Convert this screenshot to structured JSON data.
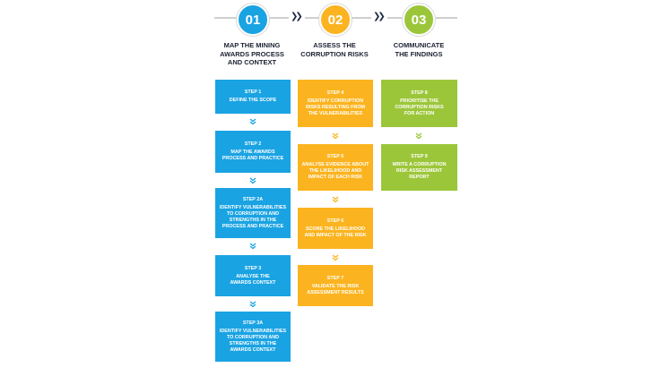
{
  "colors": {
    "blue": "#1aa3e3",
    "orange": "#fbb41f",
    "green": "#9cc63a",
    "line": "#cfcfcf",
    "chevron_dark": "#1f2a44"
  },
  "phases": [
    {
      "number": "01",
      "title": "MAP THE MINING\nAWARDS PROCESS\nAND CONTEXT",
      "steps": [
        {
          "label": "STEP 1",
          "text": "DEFINE THE SCOPE"
        },
        {
          "label": "STEP 2",
          "text": "MAP THE AWARDS\nPROCESS AND PRACTICE"
        },
        {
          "label": "STEP 2A",
          "text": "IDENTIFY VULNERABILITIES\nTO CORRUPTION AND\nSTRENGTHS IN THE\nPROCESS AND PRACTICE"
        },
        {
          "label": "STEP 3",
          "text": "ANALYSE THE\nAWARDS CONTEXT"
        },
        {
          "label": "STEP 3A",
          "text": "IDENTIFY VULNERABILITIES\nTO CORRUPTION AND\nSTRENGTHS IN THE\nAWARDS CONTEXT"
        }
      ]
    },
    {
      "number": "02",
      "title": "ASSESS THE\nCORRUPTION RISKS",
      "steps": [
        {
          "label": "STEP 4",
          "text": "IDENTIFY CORRUPTION\nRISKS RESULTING FROM\nTHE VULNERABILITIES"
        },
        {
          "label": "STEP 5",
          "text": "ANALYSE EVIDENCE ABOUT\nTHE LIKELIHOOD AND\nIMPACT OF EACH RISK"
        },
        {
          "label": "STEP 6",
          "text": "SCORE THE LIKELIHOOD\nAND IMPACT OF THE RISK"
        },
        {
          "label": "STEP 7",
          "text": "VALIDATE THE RISK\nASSESSMENT RESULTS"
        }
      ]
    },
    {
      "number": "03",
      "title": "COMMUNICATE\nTHE FINDINGS",
      "steps": [
        {
          "label": "STEP 8",
          "text": "PRIORITISE THE\nCORRUPTION RISKS\nFOR ACTION"
        },
        {
          "label": "STEP 9",
          "text": "WRITE A CORRUPTION\nRISK ASSESSMENT\nREPORT"
        }
      ]
    }
  ]
}
